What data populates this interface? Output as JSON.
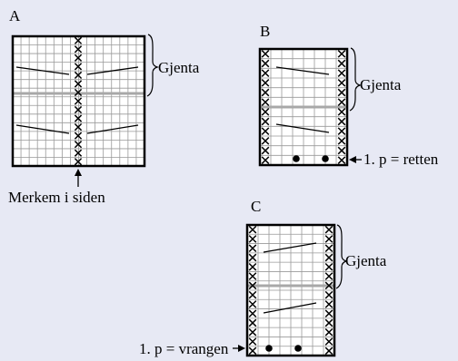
{
  "panels": [
    {
      "letter": "A",
      "marker_label": "Merkem i siden",
      "repeat_label": "Gjenta"
    },
    {
      "letter": "B",
      "repeat_label": "Gjenta",
      "row_label": "1. p = retten"
    },
    {
      "letter": "C",
      "repeat_label": "Gjenta",
      "row_label": "1. p = vrangen"
    }
  ],
  "colors": {
    "background": "#e7e9f4",
    "grid_fill": "#ffffff",
    "grid_line": "#999999",
    "repeat_band": "#a8a8a8",
    "ink": "#000000"
  },
  "symbols": [
    "cross-stitch-icon",
    "bobble-dot-icon",
    "diagonal-decrease-line"
  ]
}
